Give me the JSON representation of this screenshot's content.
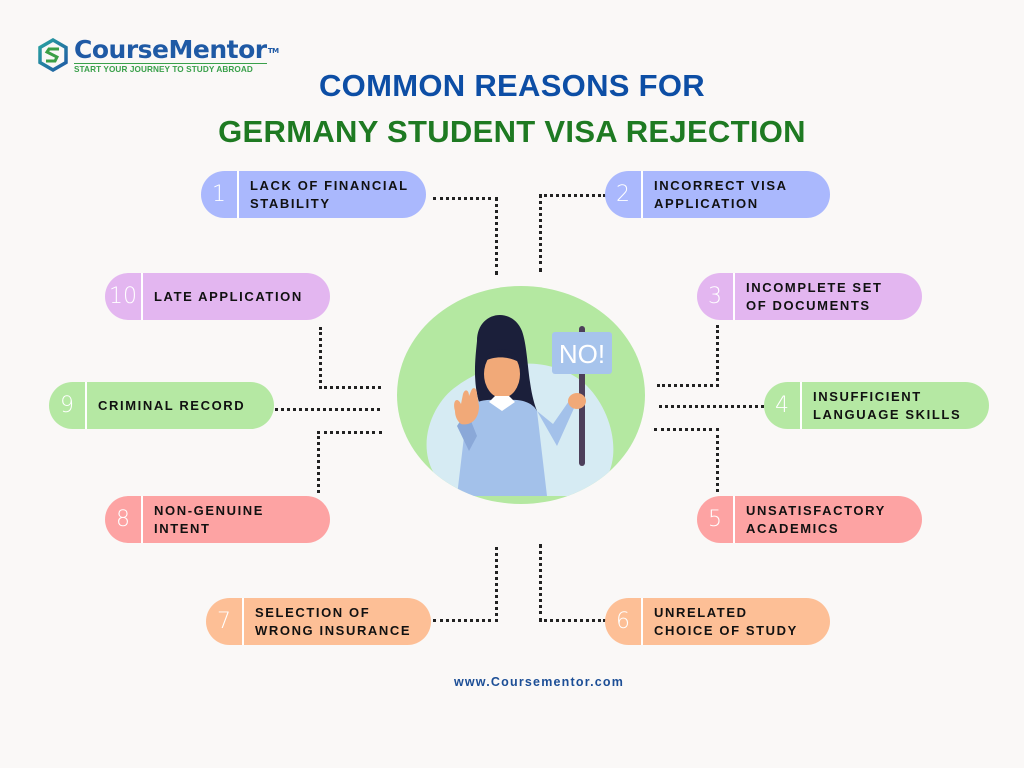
{
  "brand": {
    "name": "CourseMentor",
    "trademark": "TM",
    "tagline": "START YOUR JOURNEY TO STUDY ABROAD"
  },
  "title": {
    "line1": "COMMON REASONS FOR",
    "line2": "GERMANY STUDENT VISA REJECTION"
  },
  "illustration": {
    "sign_text": "NO!"
  },
  "reasons": [
    {
      "num": "1",
      "label": "LACK OF FINANCIAL\nSTABILITY",
      "color": "#aab8fd"
    },
    {
      "num": "2",
      "label": "INCORRECT  VISA\nAPPLICATION",
      "color": "#aab8fd"
    },
    {
      "num": "3",
      "label": "INCOMPLETE SET\nOF DOCUMENTS",
      "color": "#e3b6f0"
    },
    {
      "num": "4",
      "label": "INSUFFICIENT\nLANGUAGE SKILLS",
      "color": "#b5e8a3"
    },
    {
      "num": "5",
      "label": "UNSATISFACTORY\nACADEMICS",
      "color": "#fda3a3"
    },
    {
      "num": "6",
      "label": "UNRELATED\nCHOICE OF STUDY",
      "color": "#fdbf96"
    },
    {
      "num": "7",
      "label": "SELECTION OF\nWRONG INSURANCE",
      "color": "#fdbf96"
    },
    {
      "num": "8",
      "label": "NON-GENUINE\nINTENT",
      "color": "#fda3a3"
    },
    {
      "num": "9",
      "label": "CRIMINAL RECORD",
      "color": "#b5e8a3"
    },
    {
      "num": "10",
      "label": "LATE APPLICATION",
      "color": "#e3b6f0"
    }
  ],
  "footer": {
    "url": "www.Coursementor.com"
  }
}
